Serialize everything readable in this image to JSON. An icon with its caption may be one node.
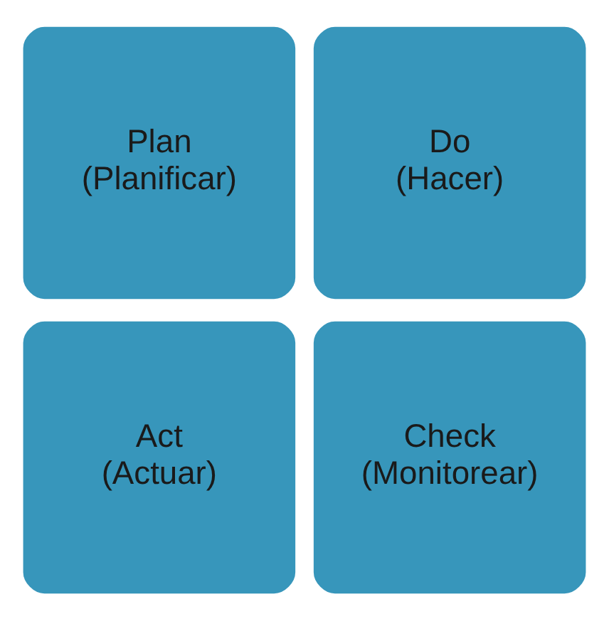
{
  "diagram": {
    "nodes": [
      {
        "text": [
          "Plan",
          "(Planificar)"
        ]
      },
      {
        "text": [
          "Do",
          "(Hacer)"
        ]
      },
      {
        "text": [
          "Act",
          "(Actuar)"
        ]
      },
      {
        "text": [
          "Check",
          "(Monitorear)"
        ]
      }
    ]
  }
}
